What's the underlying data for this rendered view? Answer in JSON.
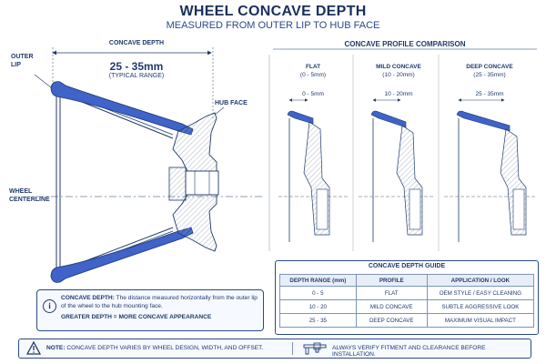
{
  "header": {
    "title": "WHEEL CONCAVE DEPTH",
    "subtitle": "MEASURED FROM OUTER LIP TO HUB FACE"
  },
  "main_diagram": {
    "outer_lip": "OUTER\nLIP",
    "outer_lip_line1": "OUTER",
    "outer_lip_line2": "LIP",
    "concave_depth_label": "CONCAVE DEPTH",
    "range": "25 - 35mm",
    "range_note": "(TYPICAL RANGE)",
    "hub_face": "HUB FACE",
    "centerline_line1": "WHEEL",
    "centerline_line2": "CENTERLINE"
  },
  "comparison": {
    "title": "CONCAVE PROFILE COMPARISON",
    "panels": [
      {
        "name": "FLAT",
        "range": "(0 - 5mm)",
        "dim": "0 - 5mm"
      },
      {
        "name": "MILD CONCAVE",
        "range": "(10 - 20mm)",
        "dim": "10 - 20mm"
      },
      {
        "name": "DEEP CONCAVE",
        "range": "(25 - 35mm)",
        "dim": "25 - 35mm"
      }
    ]
  },
  "definition": {
    "term": "CONCAVE DEPTH:",
    "text": "The distance measured horizontally from the outer lip of the wheel to the hub mounting face.",
    "emphasis": "GREATER DEPTH = MORE CONCAVE APPEARANCE"
  },
  "guide": {
    "title": "CONCAVE DEPTH GUIDE",
    "headers": [
      "DEPTH RANGE (mm)",
      "PROFILE",
      "APPLICATION / LOOK"
    ],
    "rows": [
      [
        "0 - 5",
        "FLAT",
        "OEM STYLE / EASY CLEANING"
      ],
      [
        "10 - 20",
        "MILD CONCAVE",
        "SUBTLE AGGRESSIVE LOOK"
      ],
      [
        "25 - 35",
        "DEEP CONCAVE",
        "MAXIMUM VISUAL IMPACT"
      ]
    ]
  },
  "note": {
    "label": "NOTE:",
    "text": "CONCAVE DEPTH VARIES BY WHEEL DESIGN, WIDTH, AND OFFSET.",
    "advice": "ALWAYS VERIFY FITMENT AND CLEARANCE BEFORE INSTALLATION."
  },
  "colors": {
    "accent": "#3f63c8",
    "navy": "#1f3a6b",
    "hatch": "#9aa4b5"
  },
  "icons": [
    "info-icon",
    "warning-icon",
    "caliper-icon"
  ]
}
